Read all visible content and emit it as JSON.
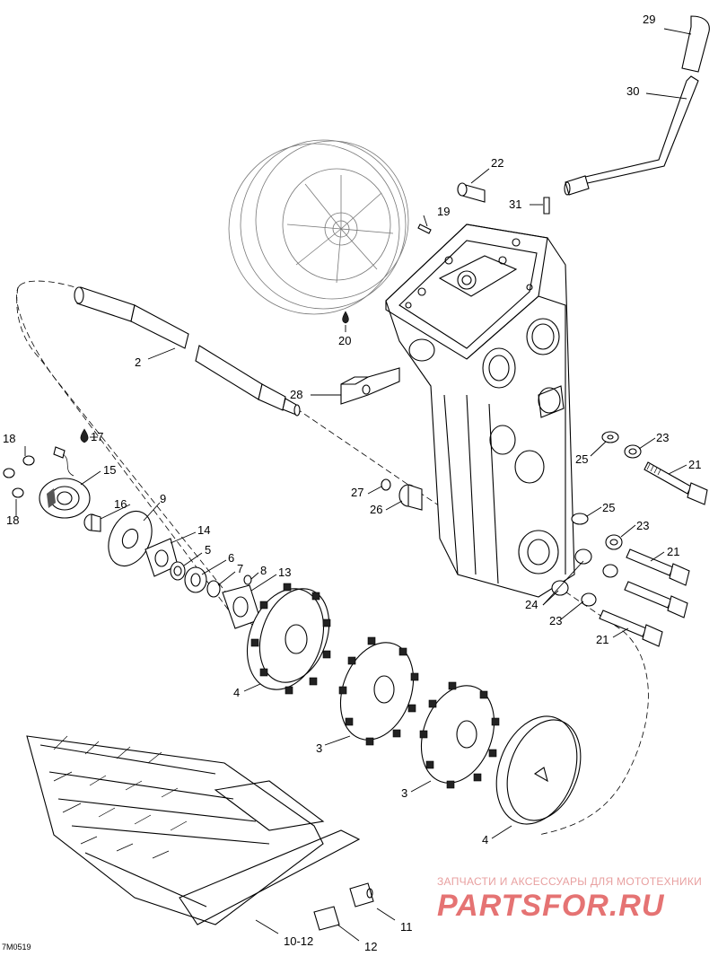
{
  "figure_code": "7M0519",
  "callouts": {
    "c2": "2",
    "c3a": "3",
    "c3b": "3",
    "c4a": "4",
    "c4b": "4",
    "c5": "5",
    "c6": "6",
    "c7": "7",
    "c8": "8",
    "c9": "9",
    "c1012": "10-12",
    "c11": "11",
    "c12": "12",
    "c13": "13",
    "c14": "14",
    "c15": "15",
    "c16": "16",
    "c17": "17",
    "c18a": "18",
    "c18b": "18",
    "c19": "19",
    "c20": "20",
    "c21a": "21",
    "c21b": "21",
    "c21c": "21",
    "c22": "22",
    "c23a": "23",
    "c23b": "23",
    "c23c": "23",
    "c24": "24",
    "c25a": "25",
    "c25b": "25",
    "c26": "26",
    "c27": "27",
    "c28": "28",
    "c29": "29",
    "c30": "30",
    "c31": "31"
  },
  "watermark": {
    "tagline": "ЗАПЧАСТИ И АКСЕССУАРЫ ДЛЯ МОТОТЕХНИКИ",
    "brand": "PARTSFOR.RU"
  },
  "colors": {
    "line": "#000000",
    "background": "#ffffff",
    "watermark": "#e57373"
  }
}
